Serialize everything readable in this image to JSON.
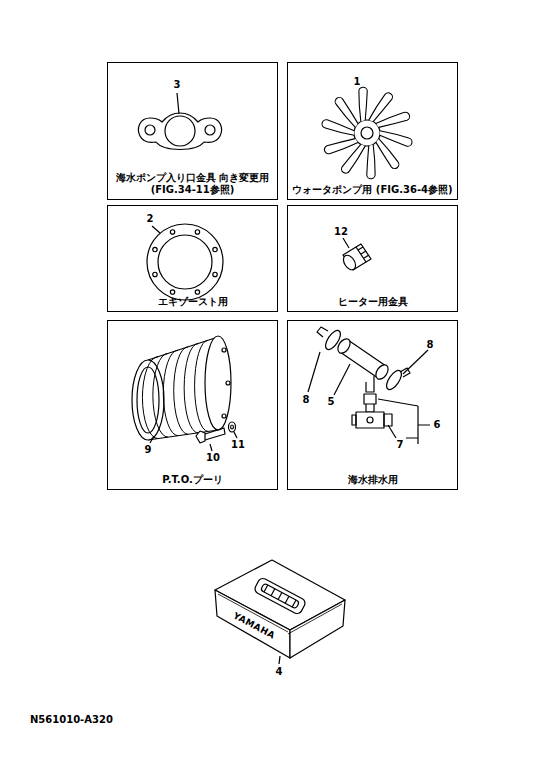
{
  "diagram": {
    "nodes": [
      {
        "text": [
          "海水ポンプ入り口金具 向き変更用(FIG.34-11参照)"
        ]
      },
      {
        "text": [
          "ウォータポンプ用 (FIG.36-4参照)"
        ]
      },
      {
        "text": [
          "エキゾースト用"
        ]
      },
      {
        "text": [
          "ヒーター用金具"
        ]
      },
      {
        "text": [
          "P.T.O.プーリ"
        ]
      },
      {
        "text": [
          "海水排水用"
        ]
      }
    ],
    "labels": [
      "3",
      "1",
      "2",
      "12",
      "9",
      "10",
      "11",
      "8",
      "8",
      "5",
      "6",
      "7",
      "4",
      "YAMAHA",
      "N561010-A320"
    ]
  }
}
